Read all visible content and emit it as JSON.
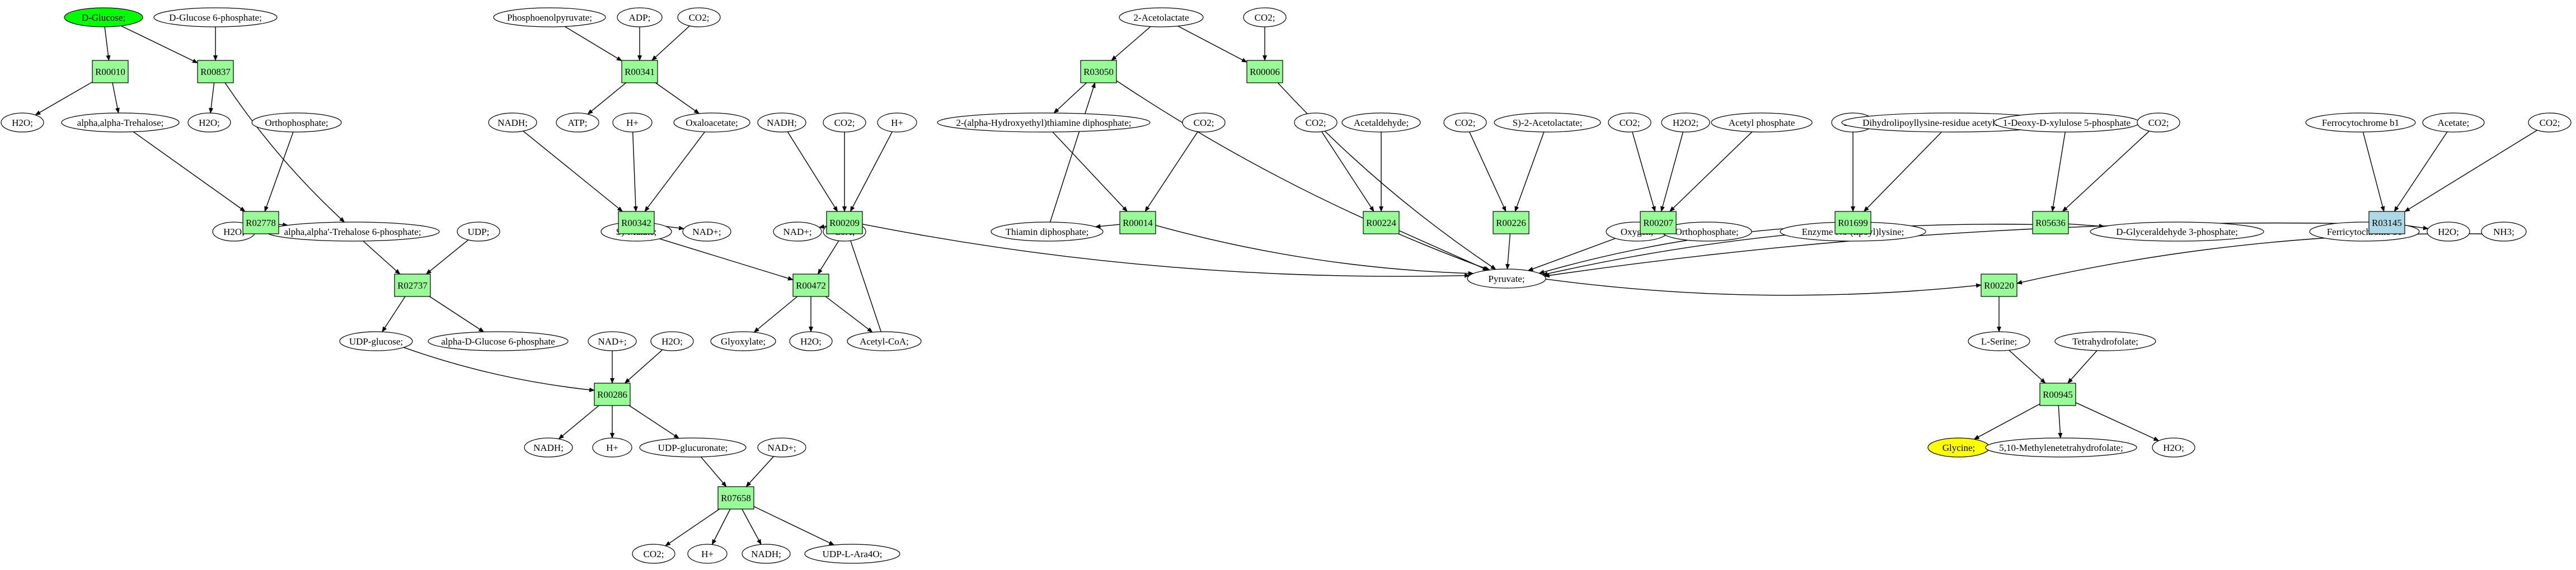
{
  "colors": {
    "reaction": "#98fb98",
    "highlighted_reaction": "#add8e6",
    "source_compound": "#00ff00",
    "target_compound": "#ffff00",
    "compound": "#ffffff",
    "edge": "#000000"
  },
  "reactions": [
    {
      "id": "r00010",
      "label": "R00010"
    },
    {
      "id": "r00837",
      "label": "R00837"
    },
    {
      "id": "r02778",
      "label": "R02778"
    },
    {
      "id": "r02737",
      "label": "R02737"
    },
    {
      "id": "r00341",
      "label": "R00341"
    },
    {
      "id": "r00342",
      "label": "R00342"
    },
    {
      "id": "r00209",
      "label": "R00209"
    },
    {
      "id": "r00472",
      "label": "R00472"
    },
    {
      "id": "r00286",
      "label": "R00286"
    },
    {
      "id": "r07658",
      "label": "R07658"
    },
    {
      "id": "r03050",
      "label": "R03050"
    },
    {
      "id": "r00006",
      "label": "R00006"
    },
    {
      "id": "r00014",
      "label": "R00014"
    },
    {
      "id": "r00224",
      "label": "R00224"
    },
    {
      "id": "r00226",
      "label": "R00226"
    },
    {
      "id": "r00207",
      "label": "R00207"
    },
    {
      "id": "r01699",
      "label": "R01699"
    },
    {
      "id": "r05636",
      "label": "R05636"
    },
    {
      "id": "r03145",
      "label": "R03145",
      "highlight": true
    },
    {
      "id": "r00220",
      "label": "R00220"
    },
    {
      "id": "r00945",
      "label": "R00945"
    }
  ],
  "compounds": [
    {
      "id": "c_glucose",
      "label": "D-Glucose;",
      "role": "source"
    },
    {
      "id": "c_g6p",
      "label": "D-Glucose 6-phosphate;"
    },
    {
      "id": "c_h2o_1",
      "label": "H2O;"
    },
    {
      "id": "c_trehalose",
      "label": "alpha,alpha-Trehalose;"
    },
    {
      "id": "c_h2o_2",
      "label": "H2O;"
    },
    {
      "id": "c_orthophosphate_1",
      "label": "Orthophosphate;"
    },
    {
      "id": "c_h2o_3",
      "label": "H2O;"
    },
    {
      "id": "c_t6p",
      "label": "alpha,alpha'-Trehalose 6-phosphate;"
    },
    {
      "id": "c_udp",
      "label": "UDP;"
    },
    {
      "id": "c_udpglucose",
      "label": "UDP-glucose;"
    },
    {
      "id": "c_a_g6p",
      "label": "alpha-D-Glucose 6-phosphate"
    },
    {
      "id": "c_pep",
      "label": "Phosphoenolpyruvate;"
    },
    {
      "id": "c_adp",
      "label": "ADP;"
    },
    {
      "id": "c_co2_1",
      "label": "CO2;"
    },
    {
      "id": "c_nadh_1",
      "label": "NADH;"
    },
    {
      "id": "c_atp",
      "label": "ATP;"
    },
    {
      "id": "c_hplus_1",
      "label": "H+"
    },
    {
      "id": "c_oxaloacetate",
      "label": "Oxaloacetate;"
    },
    {
      "id": "c_smalate",
      "label": "S)-Malate;"
    },
    {
      "id": "c_nadplus_1",
      "label": "NAD+;"
    },
    {
      "id": "c_nadh_2",
      "label": "NADH;"
    },
    {
      "id": "c_co2_2",
      "label": "CO2;"
    },
    {
      "id": "c_hplus_2",
      "label": "H+"
    },
    {
      "id": "c_nadplus_2",
      "label": "NAD+;"
    },
    {
      "id": "c_coa",
      "label": "CoA;"
    },
    {
      "id": "c_glyoxylate",
      "label": "Glyoxylate;"
    },
    {
      "id": "c_h2o_4",
      "label": "H2O;"
    },
    {
      "id": "c_acetylcoa",
      "label": "Acetyl-CoA;"
    },
    {
      "id": "c_nadplus_3",
      "label": "NAD+;"
    },
    {
      "id": "c_h2o_5",
      "label": "H2O;"
    },
    {
      "id": "c_nadh_3",
      "label": "NADH;"
    },
    {
      "id": "c_hplus_3",
      "label": "H+"
    },
    {
      "id": "c_udpglucuronate",
      "label": "UDP-glucuronate;"
    },
    {
      "id": "c_nadplus_4",
      "label": "NAD+;"
    },
    {
      "id": "c_co2_3",
      "label": "CO2;"
    },
    {
      "id": "c_hplus_4",
      "label": "H+"
    },
    {
      "id": "c_nadh_4",
      "label": "NADH;"
    },
    {
      "id": "c_udpara",
      "label": "UDP-L-Ara4O;"
    },
    {
      "id": "c_acetolactate",
      "label": "2-Acetolactate"
    },
    {
      "id": "c_co2_4",
      "label": "CO2;"
    },
    {
      "id": "c_hethtpp",
      "label": "2-(alpha-Hydroxyethyl)thiamine diphosphate;"
    },
    {
      "id": "c_co2_5",
      "label": "CO2;"
    },
    {
      "id": "c_tpp",
      "label": "Thiamin diphosphate;"
    },
    {
      "id": "c_co2_6",
      "label": "CO2;"
    },
    {
      "id": "c_acetaldehyde",
      "label": "Acetaldehyde;"
    },
    {
      "id": "c_co2_7",
      "label": "CO2;"
    },
    {
      "id": "c_s2acetolactate",
      "label": "S)-2-Acetolactate;"
    },
    {
      "id": "c_co2_8",
      "label": "CO2;"
    },
    {
      "id": "c_h2o2",
      "label": "H2O2;"
    },
    {
      "id": "c_acetylphosphate",
      "label": "Acetyl phosphate"
    },
    {
      "id": "c_co2_9",
      "label": "CO2;"
    },
    {
      "id": "c_dlat",
      "label": "Dihydrolipoyllysine-residue acetyltransferase]"
    },
    {
      "id": "c_dxp",
      "label": "1-Deoxy-D-xylulose 5-phosphate"
    },
    {
      "id": "c_co2_10",
      "label": "CO2;"
    },
    {
      "id": "c_ferrocytochrome",
      "label": "Ferrocytochrome b1"
    },
    {
      "id": "c_acetate",
      "label": "Acetate;"
    },
    {
      "id": "c_co2_11",
      "label": "CO2;"
    },
    {
      "id": "c_pyruvate",
      "label": "Pyruvate;"
    },
    {
      "id": "c_oxygen",
      "label": "Oxygen;"
    },
    {
      "id": "c_orthophosphate_2",
      "label": "Orthophosphate;"
    },
    {
      "id": "c_enzyme",
      "label": "Enzyme N6-(lipoyl)lysine;"
    },
    {
      "id": "c_g3p",
      "label": "D-Glyceraldehyde 3-phosphate;"
    },
    {
      "id": "c_ferricytochrome",
      "label": "Ferricytochrome b1"
    },
    {
      "id": "c_h2o_6",
      "label": "H2O;"
    },
    {
      "id": "c_nh3",
      "label": "NH3;"
    },
    {
      "id": "c_lserine",
      "label": "L-Serine;"
    },
    {
      "id": "c_thf",
      "label": "Tetrahydrofolate;"
    },
    {
      "id": "c_glycine",
      "label": "Glycine;",
      "role": "target"
    },
    {
      "id": "c_methylenethf",
      "label": "5,10-Methylenetetrahydrofolate;"
    },
    {
      "id": "c_h2o_7",
      "label": "H2O;"
    }
  ],
  "edges": [
    [
      "c_glucose",
      "r00010"
    ],
    [
      "c_glucose",
      "r00837"
    ],
    [
      "c_g6p",
      "r00837"
    ],
    [
      "r00010",
      "c_h2o_1"
    ],
    [
      "r00010",
      "c_trehalose"
    ],
    [
      "r00837",
      "c_h2o_2"
    ],
    [
      "r00837",
      "c_t6p"
    ],
    [
      "c_trehalose",
      "r02778"
    ],
    [
      "c_orthophosphate_1",
      "r02778"
    ],
    [
      "r02778",
      "c_h2o_3"
    ],
    [
      "r02778",
      "c_t6p"
    ],
    [
      "c_t6p",
      "r02737"
    ],
    [
      "c_udp",
      "r02737"
    ],
    [
      "r02737",
      "c_udpglucose"
    ],
    [
      "r02737",
      "c_a_g6p"
    ],
    [
      "c_udpglucose",
      "r00286"
    ],
    [
      "c_nadplus_3",
      "r00286"
    ],
    [
      "c_h2o_5",
      "r00286"
    ],
    [
      "r00286",
      "c_nadh_3"
    ],
    [
      "r00286",
      "c_hplus_3"
    ],
    [
      "r00286",
      "c_udpglucuronate"
    ],
    [
      "c_udpglucuronate",
      "r07658"
    ],
    [
      "c_nadplus_4",
      "r07658"
    ],
    [
      "r07658",
      "c_co2_3"
    ],
    [
      "r07658",
      "c_hplus_4"
    ],
    [
      "r07658",
      "c_nadh_4"
    ],
    [
      "r07658",
      "c_udpara"
    ],
    [
      "c_pep",
      "r00341"
    ],
    [
      "c_adp",
      "r00341"
    ],
    [
      "c_co2_1",
      "r00341"
    ],
    [
      "r00341",
      "c_atp"
    ],
    [
      "r00341",
      "c_oxaloacetate"
    ],
    [
      "c_nadh_1",
      "r00342"
    ],
    [
      "c_hplus_1",
      "r00342"
    ],
    [
      "c_oxaloacetate",
      "r00342"
    ],
    [
      "r00342",
      "c_smalate"
    ],
    [
      "r00342",
      "c_nadplus_1"
    ],
    [
      "c_nadh_2",
      "r00209"
    ],
    [
      "c_co2_2",
      "r00209"
    ],
    [
      "c_hplus_2",
      "r00209"
    ],
    [
      "r00209",
      "c_nadplus_2"
    ],
    [
      "r00209",
      "c_coa"
    ],
    [
      "r00209",
      "c_pyruvate"
    ],
    [
      "c_smalate",
      "r00472"
    ],
    [
      "c_coa",
      "r00472"
    ],
    [
      "r00472",
      "c_glyoxylate"
    ],
    [
      "r00472",
      "c_h2o_4"
    ],
    [
      "r00472",
      "c_acetylcoa"
    ],
    [
      "c_acetylcoa",
      "r00209"
    ],
    [
      "c_acetolactate",
      "r03050"
    ],
    [
      "c_acetolactate",
      "r00006"
    ],
    [
      "c_co2_4",
      "r00006"
    ],
    [
      "c_tpp",
      "r03050"
    ],
    [
      "r03050",
      "c_hethtpp"
    ],
    [
      "r03050",
      "c_pyruvate"
    ],
    [
      "c_hethtpp",
      "r00014"
    ],
    [
      "c_co2_5",
      "r00014"
    ],
    [
      "r00014",
      "c_tpp"
    ],
    [
      "r00014",
      "c_pyruvate"
    ],
    [
      "r00006",
      "c_pyruvate"
    ],
    [
      "c_co2_6",
      "r00224"
    ],
    [
      "c_acetaldehyde",
      "r00224"
    ],
    [
      "r00224",
      "c_pyruvate"
    ],
    [
      "c_co2_7",
      "r00226"
    ],
    [
      "c_s2acetolactate",
      "r00226"
    ],
    [
      "r00226",
      "c_pyruvate"
    ],
    [
      "c_co2_8",
      "r00207"
    ],
    [
      "c_h2o2",
      "r00207"
    ],
    [
      "c_acetylphosphate",
      "r00207"
    ],
    [
      "r00207",
      "c_pyruvate"
    ],
    [
      "r00207",
      "c_oxygen"
    ],
    [
      "r00207",
      "c_orthophosphate_2"
    ],
    [
      "c_co2_9",
      "r01699"
    ],
    [
      "c_dlat",
      "r01699"
    ],
    [
      "r01699",
      "c_pyruvate"
    ],
    [
      "r01699",
      "c_enzyme"
    ],
    [
      "c_dxp",
      "r05636"
    ],
    [
      "c_co2_10",
      "r05636"
    ],
    [
      "r05636",
      "c_pyruvate"
    ],
    [
      "r05636",
      "c_g3p"
    ],
    [
      "c_ferrocytochrome",
      "r03145"
    ],
    [
      "c_acetate",
      "r03145"
    ],
    [
      "c_co2_11",
      "r03145"
    ],
    [
      "r03145",
      "c_pyruvate"
    ],
    [
      "r03145",
      "c_ferricytochrome"
    ],
    [
      "r03145",
      "c_h2o_6"
    ],
    [
      "c_pyruvate",
      "r00220"
    ],
    [
      "c_nh3",
      "r00220"
    ],
    [
      "r00220",
      "c_lserine"
    ],
    [
      "c_lserine",
      "r00945"
    ],
    [
      "c_thf",
      "r00945"
    ],
    [
      "r00945",
      "c_glycine"
    ],
    [
      "r00945",
      "c_methylenethf"
    ],
    [
      "r00945",
      "c_h2o_7"
    ]
  ]
}
